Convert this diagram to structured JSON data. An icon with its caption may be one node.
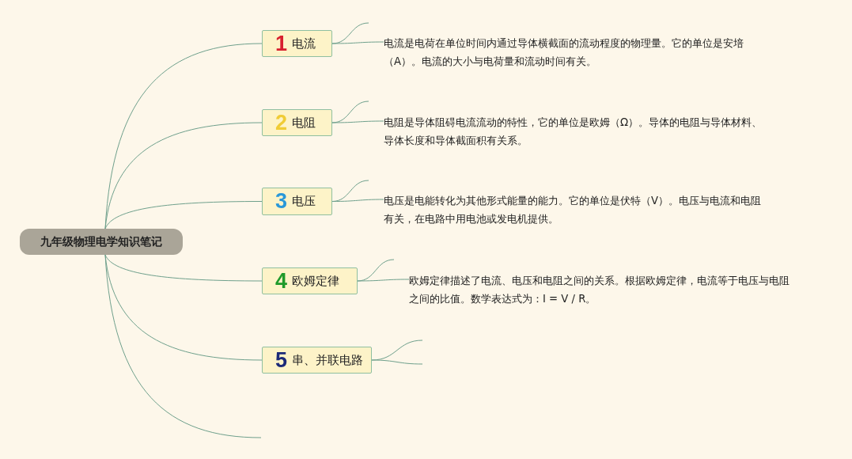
{
  "diagram": {
    "nodes": [
      {
        "text": [
          "九年级物理电学知识笔记"
        ]
      },
      {
        "text": [
          "1",
          "电流"
        ]
      },
      {
        "text": [
          "电流是电荷在单位时间内通过导体横截面的流动程度的物理量。它的单位是安培（A）。电流的大小与电荷量和流动时间有关。"
        ]
      },
      {
        "text": [
          "2",
          "电阻"
        ]
      },
      {
        "text": [
          "电阻是导体阻碍电流流动的特性，它的单位是欧姆（Ω）。导体的电阻与导体材料、导体长度和导体截面积有关系。"
        ]
      },
      {
        "text": [
          "3",
          "电压"
        ]
      },
      {
        "text": [
          "电压是电能转化为其他形式能量的能力。它的单位是伏特（V）。电压与电流和电阻有关，在电路中用电池或发电机提供。"
        ]
      },
      {
        "text": [
          "4",
          "欧姆定律"
        ]
      },
      {
        "text": [
          "欧姆定律描述了电流、电压和电阻之间的关系。根据欧姆定律，电流等于电压与电阻之间的比值。数学表达式为：I = V / R。"
        ]
      },
      {
        "text": [
          "5",
          "串、并联电路"
        ]
      }
    ],
    "edges": [
      {
        "from": 0,
        "to": 1,
        "arrow": "none"
      },
      {
        "from": 0,
        "to": 3,
        "arrow": "none"
      },
      {
        "from": 0,
        "to": 5,
        "arrow": "none"
      },
      {
        "from": 0,
        "to": 7,
        "arrow": "none"
      },
      {
        "from": 0,
        "to": 9,
        "arrow": "none"
      },
      {
        "from": 0,
        "to": null,
        "arrow": "none"
      },
      {
        "from": 1,
        "to": null,
        "arrow": "none"
      },
      {
        "from": 1,
        "to": 2,
        "arrow": "none"
      },
      {
        "from": 3,
        "to": null,
        "arrow": "none"
      },
      {
        "from": 3,
        "to": 4,
        "arrow": "none"
      },
      {
        "from": 5,
        "to": null,
        "arrow": "none"
      },
      {
        "from": 5,
        "to": 6,
        "arrow": "none"
      },
      {
        "from": 7,
        "to": null,
        "arrow": "none"
      },
      {
        "from": 7,
        "to": 8,
        "arrow": "none"
      },
      {
        "from": 9,
        "to": null,
        "arrow": "none"
      },
      {
        "from": 9,
        "to": null,
        "arrow": "none"
      }
    ]
  }
}
